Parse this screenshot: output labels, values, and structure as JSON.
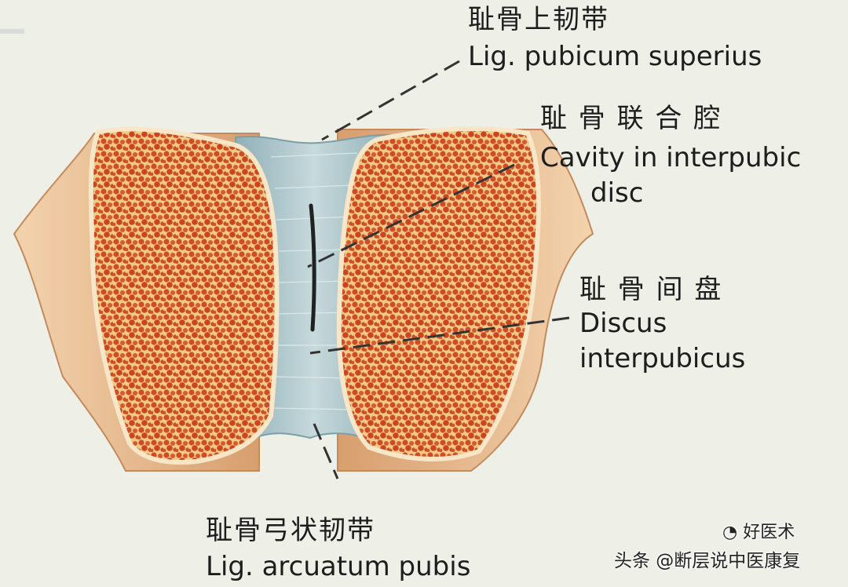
{
  "labels": {
    "sup_lig_zh": "耻骨上韧带",
    "sup_lig_en": "Lig. pubicum superius",
    "cavity_zh": "耻 骨 联 合 腔",
    "cavity_en_1": "Cavity in interpubic",
    "cavity_en_2": "disc",
    "disc_zh": "耻 骨 间 盘",
    "disc_en_1": "Discus",
    "disc_en_2": "interpubicus",
    "arc_lig_zh": "耻骨弓状韧带",
    "arc_lig_en": "Lig. arcuatum pubis"
  },
  "watermark": {
    "brand": "好医术",
    "source": "头条 @断层说中医康复"
  },
  "colors": {
    "background": "#eef0e8",
    "bone_surface": "#e9b98a",
    "cancellous": "#d0502a",
    "cartilage": "#a7c0c6",
    "leader": "#333333"
  }
}
